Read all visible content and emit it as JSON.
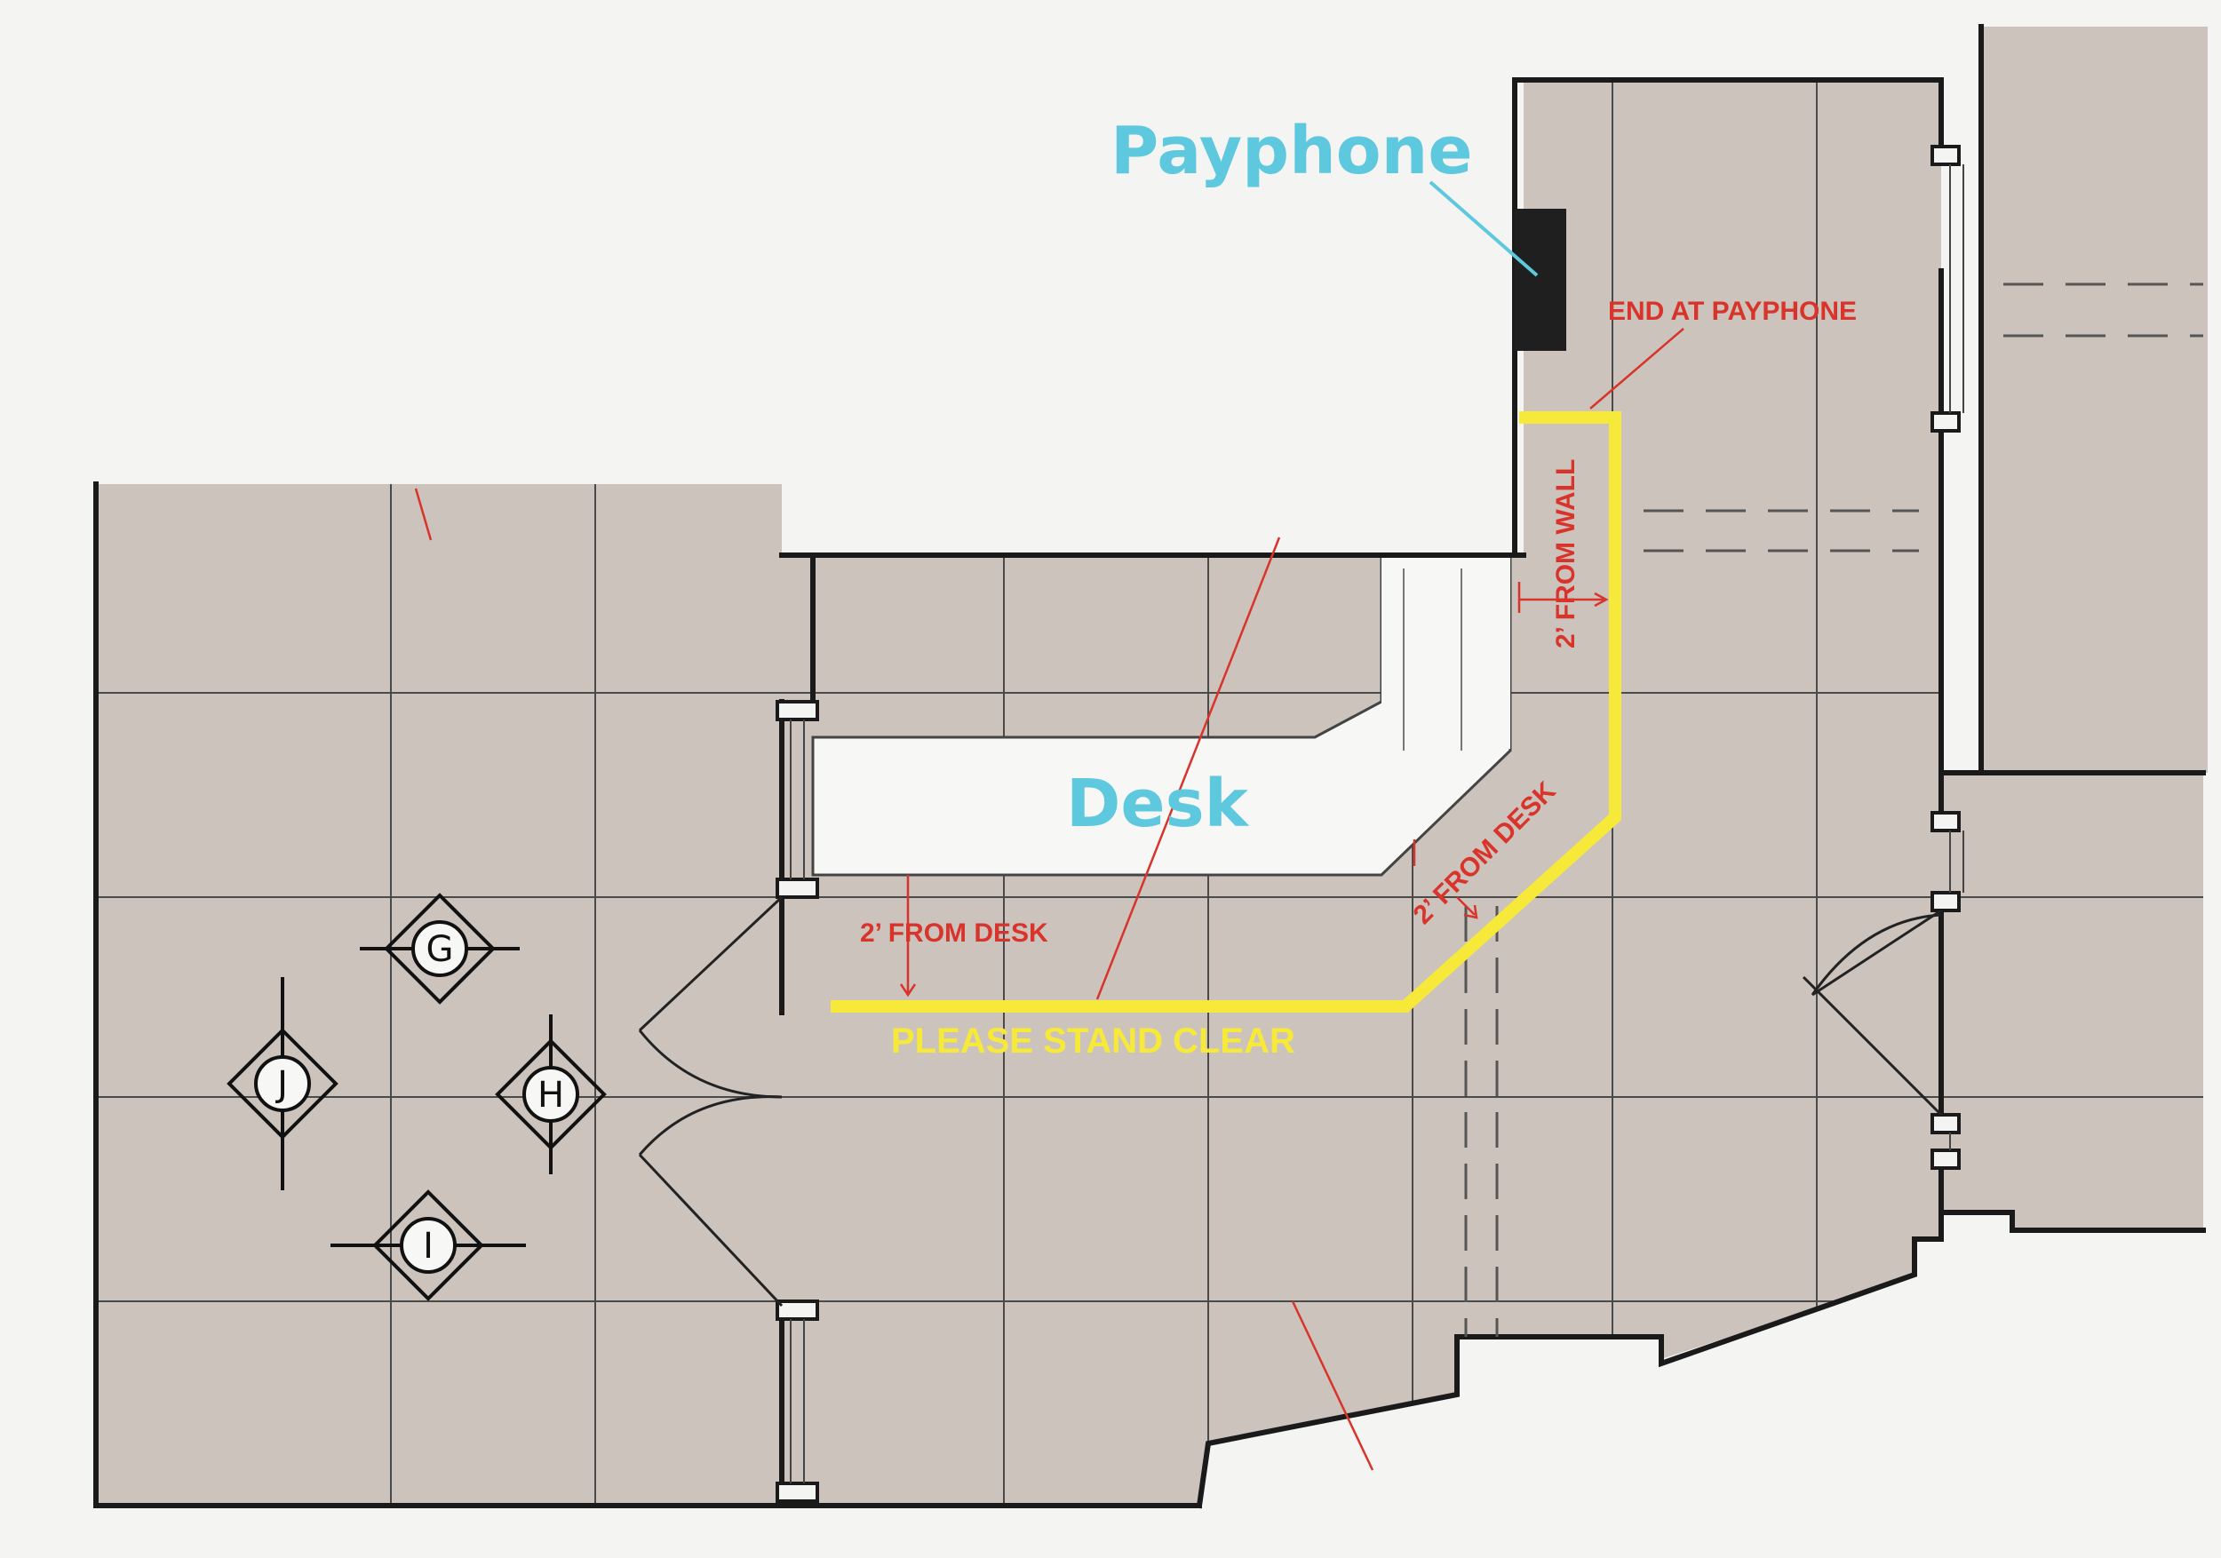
{
  "labels": {
    "payphone": "Payphone",
    "desk": "Desk",
    "end_at_payphone": "END AT PAYPHONE",
    "from_wall": "2’ FROM WALL",
    "from_desk_diag": "2’ FROM DESK",
    "from_desk_horiz": "2’ FROM DESK",
    "stand_clear": "PLEASE STAND CLEAR"
  },
  "markers": [
    "G",
    "H",
    "I",
    "J"
  ],
  "colors": {
    "floor": "#cbc3bc",
    "paper": "#f4f4f2",
    "wall": "#1a1a1a",
    "grid": "#4a4a4a",
    "cyan_label": "#5ec8de",
    "red_note": "#d9342b",
    "yellow_tape": "#f7e93a",
    "payphone": "#1f1f1f"
  }
}
